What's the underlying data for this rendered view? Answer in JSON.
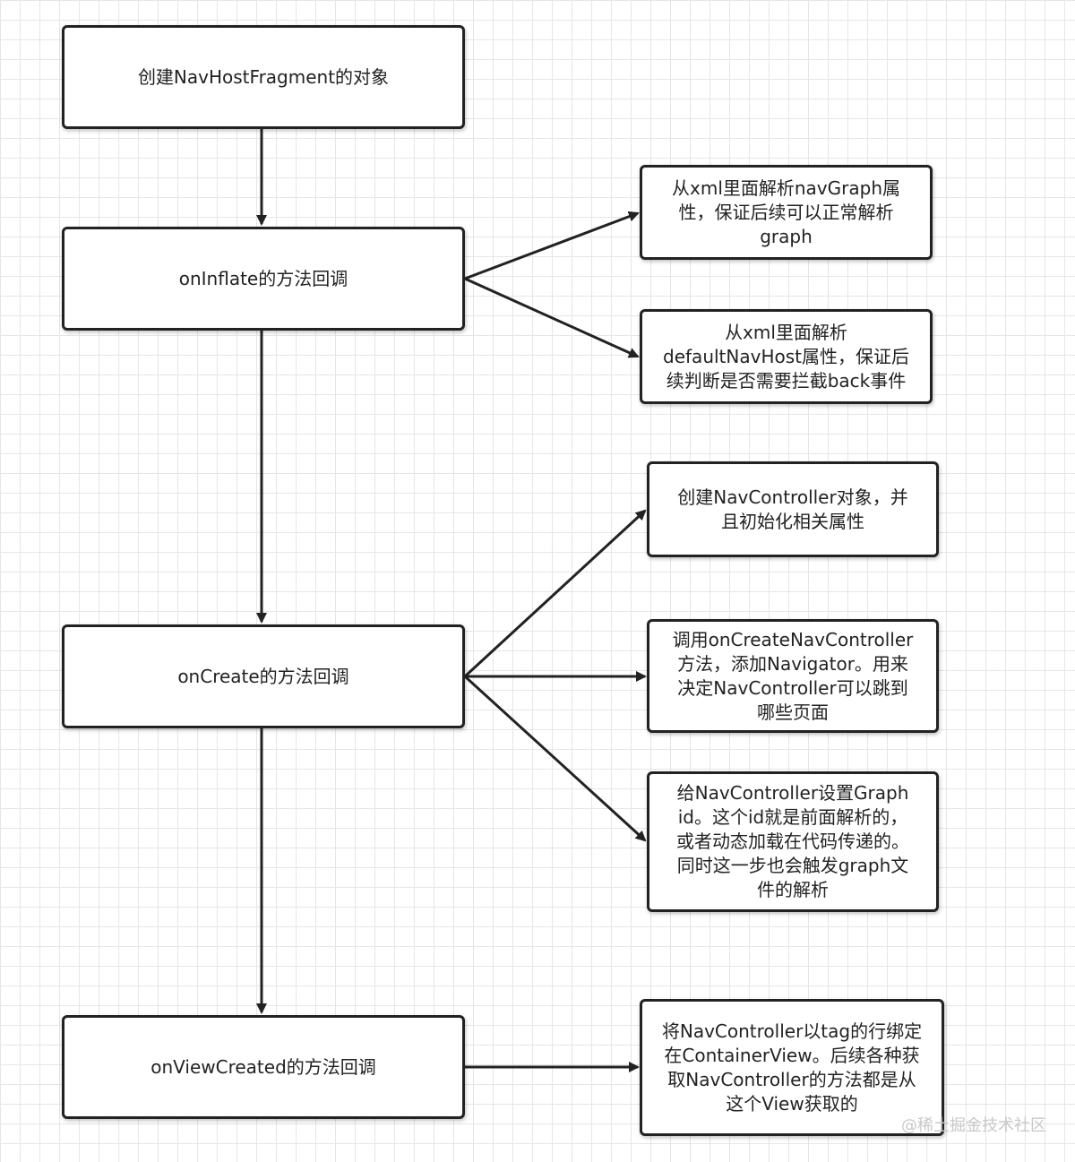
{
  "diagram": {
    "nodes": {
      "create_fragment": "创建NavHostFragment的对象",
      "on_inflate": "onInflate的方法回调",
      "on_create": "onCreate的方法回调",
      "on_view_created": "onViewCreated的方法回调",
      "parse_nav_graph": "从xml里面解析navGraph属\n性，保证后续可以正常解析\ngraph",
      "parse_default_nav_host": "从xml里面解析\ndefaultNavHost属性，保证后\n续判断是否需要拦截back事件",
      "create_nav_controller": "创建NavController对象，并\n且初始化相关属性",
      "add_navigator": "调用onCreateNavController\n方法，添加Navigator。用来\n决定NavController可以跳到\n哪些页面",
      "set_graph": "给NavController设置Graph\nid。这个id就是前面解析的，\n或者动态加载在代码传递的。\n同时这一步也会触发graph文\n件的解析",
      "bind_tag": "将NavController以tag的行绑定\n在ContainerView。后续各种获\n取NavController的方法都是从\n这个View获取的"
    },
    "edges": [
      {
        "from": "create_fragment",
        "to": "on_inflate"
      },
      {
        "from": "on_inflate",
        "to": "on_create"
      },
      {
        "from": "on_create",
        "to": "on_view_created"
      },
      {
        "from": "on_inflate",
        "to": "parse_nav_graph"
      },
      {
        "from": "on_inflate",
        "to": "parse_default_nav_host"
      },
      {
        "from": "on_create",
        "to": "create_nav_controller"
      },
      {
        "from": "on_create",
        "to": "add_navigator"
      },
      {
        "from": "on_create",
        "to": "set_graph"
      },
      {
        "from": "on_view_created",
        "to": "bind_tag"
      }
    ],
    "line_color": "#222222"
  },
  "watermark": "@稀土掘金技术社区"
}
